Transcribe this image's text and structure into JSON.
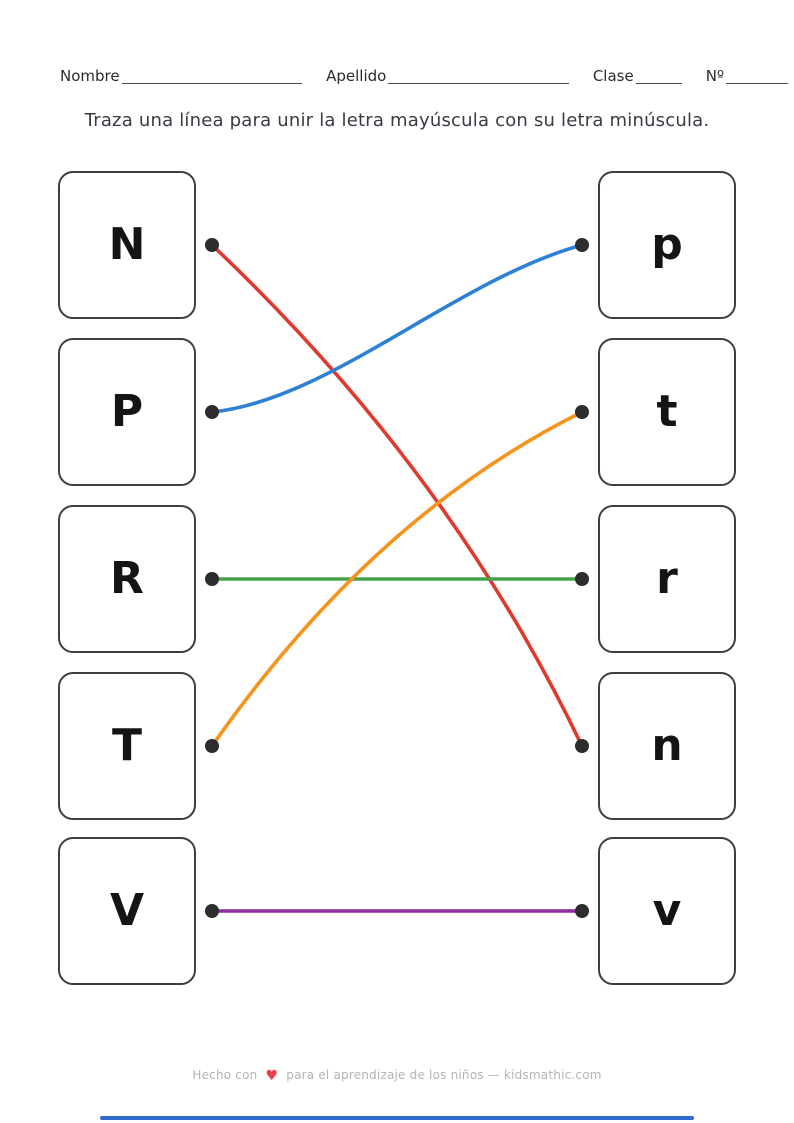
{
  "header": {
    "fields": [
      {
        "label": "Nombre"
      },
      {
        "label": "Apellido"
      },
      {
        "label": "Clase"
      },
      {
        "label": "Nº"
      }
    ]
  },
  "instruction": "Traza una línea para unir la letra mayúscula con su letra minúscula.",
  "matching": {
    "left_letters": [
      "N",
      "P",
      "R",
      "T",
      "V"
    ],
    "right_letters": [
      "p",
      "t",
      "r",
      "n",
      "v"
    ],
    "connections": [
      {
        "from": "N",
        "to": "n",
        "color": "#e03a2f"
      },
      {
        "from": "P",
        "to": "p",
        "color": "#2e80d4"
      },
      {
        "from": "R",
        "to": "r",
        "color": "#46a34b"
      },
      {
        "from": "T",
        "to": "t",
        "color": "#f5931d"
      },
      {
        "from": "V",
        "to": "v",
        "color": "#8a2b9e"
      }
    ],
    "dot_color": "#2d2d2d",
    "box_border_color": "#3e3e3e"
  },
  "footer": {
    "before_heart": "Hecho con",
    "heart": "♥",
    "after_heart": "para el aprendizaje de los niños — kidsmathic.com",
    "heart_color": "#ee3d4d",
    "bar_color": "#3069c9"
  }
}
